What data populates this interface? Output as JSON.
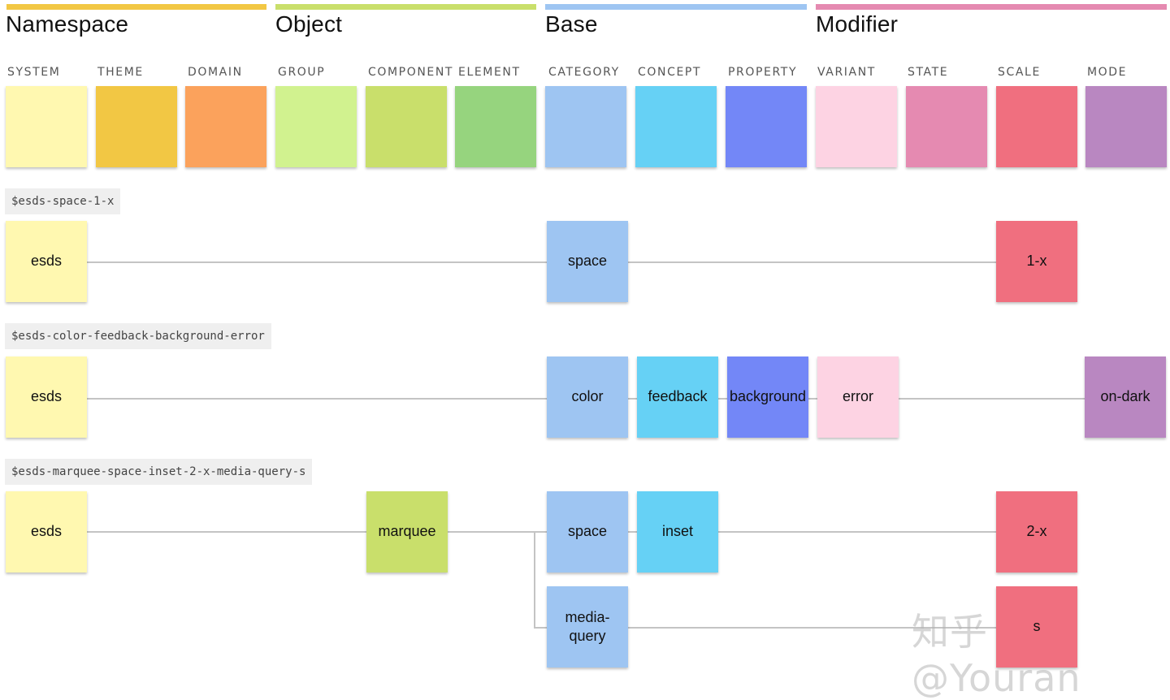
{
  "colors": {
    "namespace": "#f2c744",
    "object": "#c9df6b",
    "base": "#9ec5f2",
    "modifier": "#e58ab1",
    "system": "#fff8b0",
    "theme": "#f2c744",
    "domain": "#fba25c",
    "group": "#d1f28f",
    "component": "#c9df6b",
    "element": "#96d47e",
    "category": "#9ec5f2",
    "concept": "#66d1f5",
    "property": "#7387f7",
    "variant": "#fdd3e3",
    "state": "#e58ab1",
    "scale": "#f06f7f",
    "mode": "#b987c1"
  },
  "groups": [
    {
      "title": "Namespace"
    },
    {
      "title": "Object"
    },
    {
      "title": "Base"
    },
    {
      "title": "Modifier"
    }
  ],
  "categories": [
    {
      "label": "SYSTEM"
    },
    {
      "label": "THEME"
    },
    {
      "label": "DOMAIN"
    },
    {
      "label": "GROUP"
    },
    {
      "label": "COMPONENT"
    },
    {
      "label": "ELEMENT"
    },
    {
      "label": "CATEGORY"
    },
    {
      "label": "CONCEPT"
    },
    {
      "label": "PROPERTY"
    },
    {
      "label": "VARIANT"
    },
    {
      "label": "STATE"
    },
    {
      "label": "SCALE"
    },
    {
      "label": "MODE"
    }
  ],
  "tokens": [
    {
      "name": "$esds-space-1-x",
      "boxes": [
        {
          "text": "esds",
          "category": "system"
        },
        {
          "text": "space",
          "category": "category"
        },
        {
          "text": "1-x",
          "category": "scale"
        }
      ]
    },
    {
      "name": "$esds-color-feedback-background-error",
      "boxes": [
        {
          "text": "esds",
          "category": "system"
        },
        {
          "text": "color",
          "category": "category"
        },
        {
          "text": "feedback",
          "category": "concept"
        },
        {
          "text": "background",
          "category": "property"
        },
        {
          "text": "error",
          "category": "variant"
        },
        {
          "text": "on-dark",
          "category": "mode"
        }
      ]
    },
    {
      "name": "$esds-marquee-space-inset-2-x-media-query-s",
      "boxes": [
        {
          "text": "esds",
          "category": "system"
        },
        {
          "text": "marquee",
          "category": "component"
        },
        {
          "text": "space",
          "category": "category"
        },
        {
          "text": "inset",
          "category": "concept"
        },
        {
          "text": "2-x",
          "category": "scale"
        },
        {
          "text": "media-\nquery",
          "category": "category"
        },
        {
          "text": "s",
          "category": "scale"
        }
      ]
    }
  ],
  "watermark": "知乎 @Youran"
}
